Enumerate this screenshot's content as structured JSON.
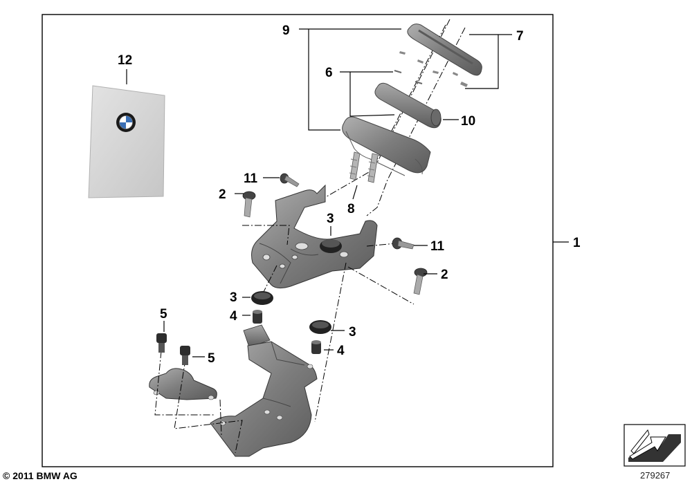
{
  "callouts": {
    "c1": "1",
    "c2a": "2",
    "c2b": "2",
    "c3a": "3",
    "c3b": "3",
    "c3c": "3",
    "c4a": "4",
    "c4b": "4",
    "c5a": "5",
    "c5b": "5",
    "c6": "6",
    "c7": "7",
    "c8": "8",
    "c9": "9",
    "c10": "10",
    "c11a": "11",
    "c11b": "11",
    "c12": "12"
  },
  "footer": {
    "copyright": "© 2011 BMW AG",
    "reference": "279267"
  },
  "colors": {
    "line": "#000000",
    "part_fill": "#8a8a8a",
    "part_dark": "#555555",
    "part_light": "#b8b8b8",
    "booklet": "#d3d3d3",
    "bmw_blue": "#3a6fb5"
  },
  "icons": {
    "logo": "bmw-roundel-icon",
    "nav": "arrow-pointer-icon"
  }
}
